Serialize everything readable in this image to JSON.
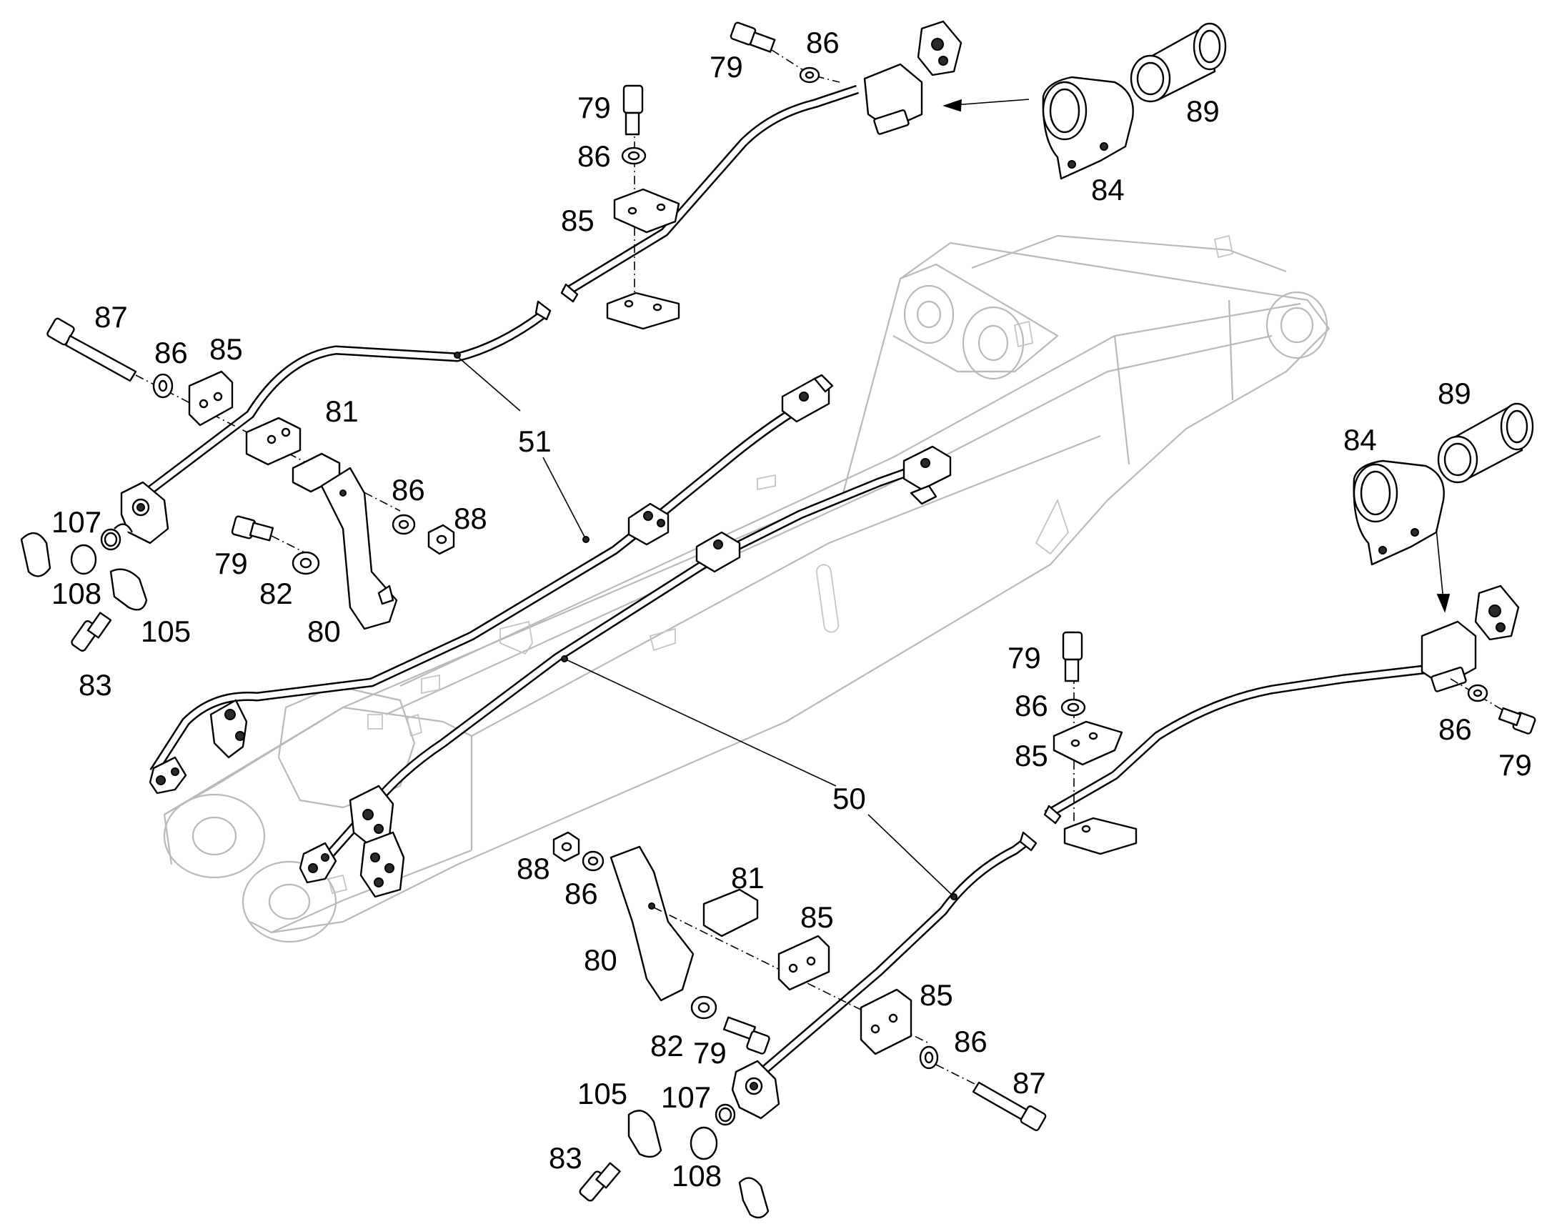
{
  "callouts": {
    "c50": "50",
    "c51": "51",
    "c79_a": "79",
    "c79_b": "79",
    "c79_c": "79",
    "c79_d": "79",
    "c79_e": "79",
    "c79_f": "79",
    "c80_a": "80",
    "c80_b": "80",
    "c81_a": "81",
    "c81_b": "81",
    "c82_a": "82",
    "c82_b": "82",
    "c83_a": "83",
    "c83_b": "83",
    "c84_a": "84",
    "c84_b": "84",
    "c85_a": "85",
    "c85_b": "85",
    "c85_c": "85",
    "c85_d": "85",
    "c86_a": "86",
    "c86_b": "86",
    "c86_c": "86",
    "c86_d": "86",
    "c86_e": "86",
    "c86_f": "86",
    "c86_g": "86",
    "c86_h": "86",
    "c87_a": "87",
    "c87_b": "87",
    "c88_a": "88",
    "c88_b": "88",
    "c89_a": "89",
    "c89_b": "89",
    "c105_a": "105",
    "c105_b": "105",
    "c107_a": "107",
    "c107_b": "107",
    "c108_a": "108",
    "c108_b": "108"
  }
}
